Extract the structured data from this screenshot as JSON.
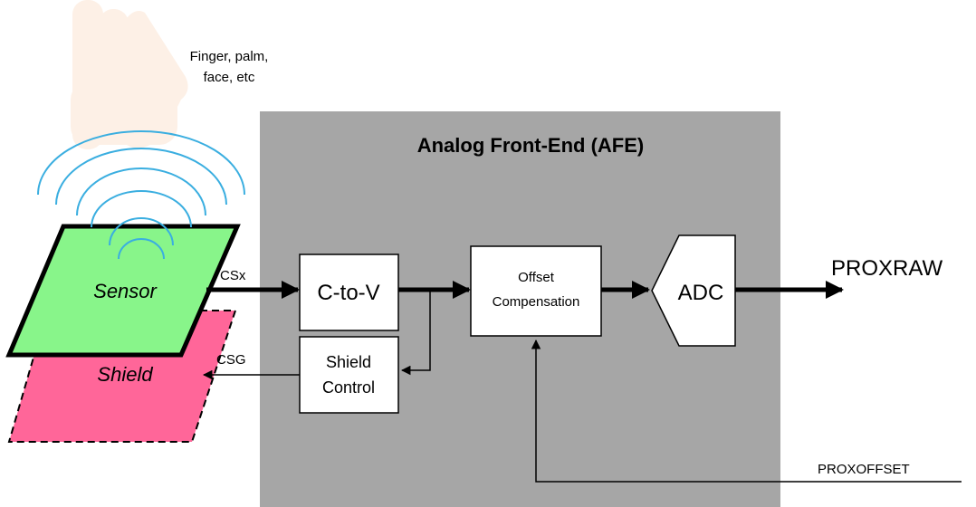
{
  "hand_note": {
    "line1": "Finger, palm,",
    "line2": "face, etc"
  },
  "afe": {
    "title": "Analog Front-End (AFE)",
    "bg_color": "#a6a6a6"
  },
  "sensor": {
    "label": "Sensor",
    "color": "#88f58a"
  },
  "shield": {
    "label": "Shield",
    "color": "#ff6699"
  },
  "signals": {
    "csx": "CSx",
    "csg": "CSG"
  },
  "blocks": {
    "ctov": "C-to-V",
    "offset_line1": "Offset",
    "offset_line2": "Compensation",
    "shield_line1": "Shield",
    "shield_line2": "Control",
    "adc": "ADC"
  },
  "output": "PROXRAW",
  "offset_input": "PROXOFFSET",
  "wave_color": "#3aaee0",
  "finger_color": "#fdf0e6"
}
